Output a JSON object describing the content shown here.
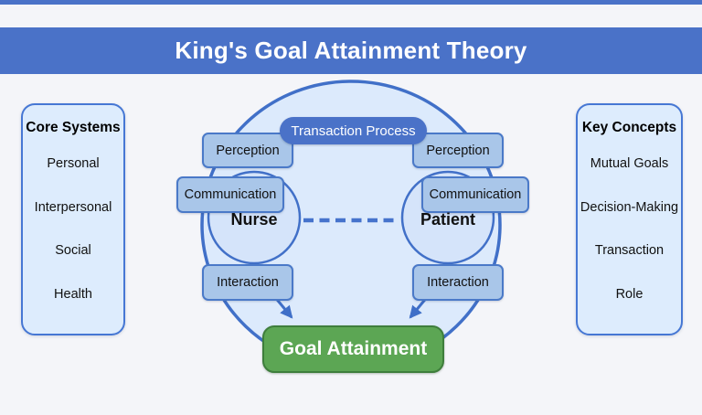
{
  "title": "King's Goal Attainment Theory",
  "left_panel": {
    "title": "Core Systems",
    "items": [
      "Personal",
      "Interpersonal",
      "Social",
      "Health"
    ]
  },
  "right_panel": {
    "title": "Key Concepts",
    "items": [
      "Mutual Goals",
      "Decision-Making",
      "Transaction",
      "Role"
    ]
  },
  "center": {
    "transaction_process": "Transaction Process",
    "nurse": {
      "label": "Nurse",
      "perception": "Perception",
      "communication": "Communication",
      "interaction": "Interaction"
    },
    "patient": {
      "label": "Patient",
      "perception": "Perception",
      "communication": "Communication",
      "interaction": "Interaction"
    },
    "goal": "Goal Attainment"
  },
  "colors": {
    "header_blue": "#4a72c8",
    "box_blue": "#a9c6e9",
    "box_border": "#4a79c8",
    "panel_fill": "#ddecfd",
    "panel_border": "#4677d4",
    "outer_circle_fill": "#dceafc",
    "circle_border": "#4170c8",
    "inner_circle_fill": "#d5e4fa",
    "dashed_link": "#4673cc",
    "arrow_blue": "#3f6fc8",
    "green_fill": "#5ca654",
    "green_border": "#3e7e3c",
    "background": "#f4f5f9"
  }
}
